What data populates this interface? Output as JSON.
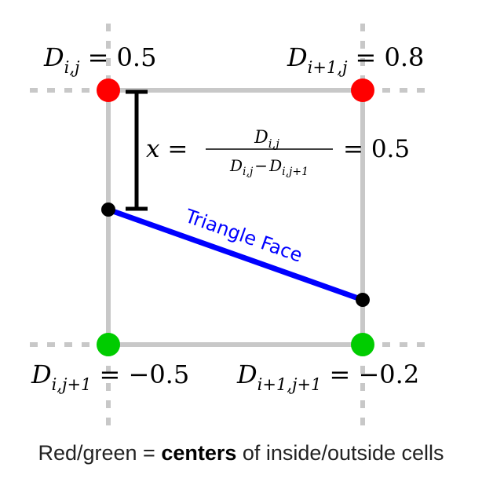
{
  "labels": {
    "top_left": {
      "var": "D",
      "sub": "i,j",
      "eq": "= 0.5"
    },
    "top_right": {
      "var": "D",
      "sub": "i+1,j",
      "eq": "= 0.8"
    },
    "bottom_left": {
      "var": "D",
      "sub": "i,j+1",
      "eq": "= −0.5"
    },
    "bottom_right": {
      "var": "D",
      "sub": "i+1,j+1",
      "eq": "= −0.2"
    }
  },
  "formula": {
    "lhs": "x =",
    "num_var": "D",
    "num_sub": "i,j",
    "den_var1": "D",
    "den_sub1": "i,j",
    "den_op": "−",
    "den_var2": "D",
    "den_sub2": "i,j+1",
    "rhs": "= 0.5"
  },
  "face_label": "Triangle Face",
  "caption": {
    "prefix": "Red/green = ",
    "bold": "centers",
    "suffix": " of inside/outside cells"
  },
  "colors": {
    "inside_point": "#ff0000",
    "outside_point": "#00cc00",
    "face_line": "#0000ff",
    "grid": "#c8c8c8",
    "marker": "#000000"
  }
}
